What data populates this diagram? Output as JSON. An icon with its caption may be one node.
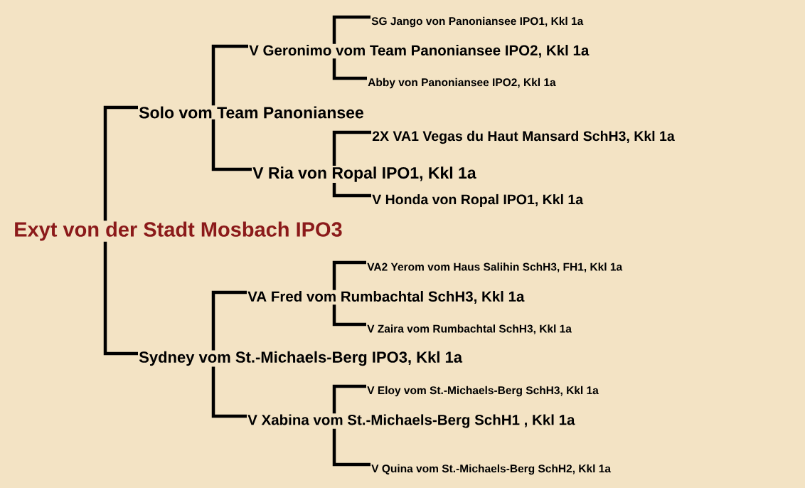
{
  "diagram": {
    "nodes": [
      {
        "text": [
          "Exyt von der Stadt Mosbach   IPO3"
        ]
      },
      {
        "text": [
          "Solo vom Team Panoniansee"
        ]
      },
      {
        "text": [
          "V Geronimo vom Team Panoniansee  IPO2, Kkl 1a"
        ]
      },
      {
        "text": [
          "SG Jango von Panoniansee  IPO1, Kkl 1a"
        ]
      },
      {
        "text": [
          "Abby von Panoniansee  IPO2, Kkl 1a"
        ]
      },
      {
        "text": [
          "V  Ria von Ropal  IPO1, Kkl 1a"
        ]
      },
      {
        "text": [
          "2X VA1 Vegas du Haut Mansard  SchH3, Kkl 1a"
        ]
      },
      {
        "text": [
          "V Honda von Ropal  IPO1, Kkl 1a"
        ]
      },
      {
        "text": [
          "Sydney vom St.-Michaels-Berg  IPO3, Kkl 1a"
        ]
      },
      {
        "text": [
          "VA Fred vom Rumbachtal  SchH3, Kkl 1a"
        ]
      },
      {
        "text": [
          "VA2 Yerom vom Haus Salihin  SchH3, FH1, Kkl 1a"
        ]
      },
      {
        "text": [
          "V Zaira vom Rumbachtal  SchH3, Kkl 1a"
        ]
      },
      {
        "text": [
          "V Xabina vom St.-Michaels-Berg  SchH1 , Kkl 1a"
        ]
      },
      {
        "text": [
          "V Eloy vom St.-Michaels-Berg  SchH3, Kkl 1a"
        ]
      },
      {
        "text": [
          "V Quina vom St.-Michaels-Berg  SchH2, Kkl 1a"
        ]
      }
    ],
    "edges": [
      {
        "from": 0,
        "to": 1,
        "arrow": "none"
      },
      {
        "from": 0,
        "to": 8,
        "arrow": "none"
      },
      {
        "from": 1,
        "to": 2,
        "arrow": "none"
      },
      {
        "from": 1,
        "to": 5,
        "arrow": "none"
      },
      {
        "from": 2,
        "to": 3,
        "arrow": "none"
      },
      {
        "from": 2,
        "to": 4,
        "arrow": "none"
      },
      {
        "from": 5,
        "to": 6,
        "arrow": "none"
      },
      {
        "from": 5,
        "to": 7,
        "arrow": "none"
      },
      {
        "from": 8,
        "to": 9,
        "arrow": "none"
      },
      {
        "from": 8,
        "to": 12,
        "arrow": "none"
      },
      {
        "from": 9,
        "to": 10,
        "arrow": "none"
      },
      {
        "from": 9,
        "to": 11,
        "arrow": "none"
      },
      {
        "from": 12,
        "to": 13,
        "arrow": "none"
      },
      {
        "from": 12,
        "to": 14,
        "arrow": "none"
      }
    ]
  }
}
